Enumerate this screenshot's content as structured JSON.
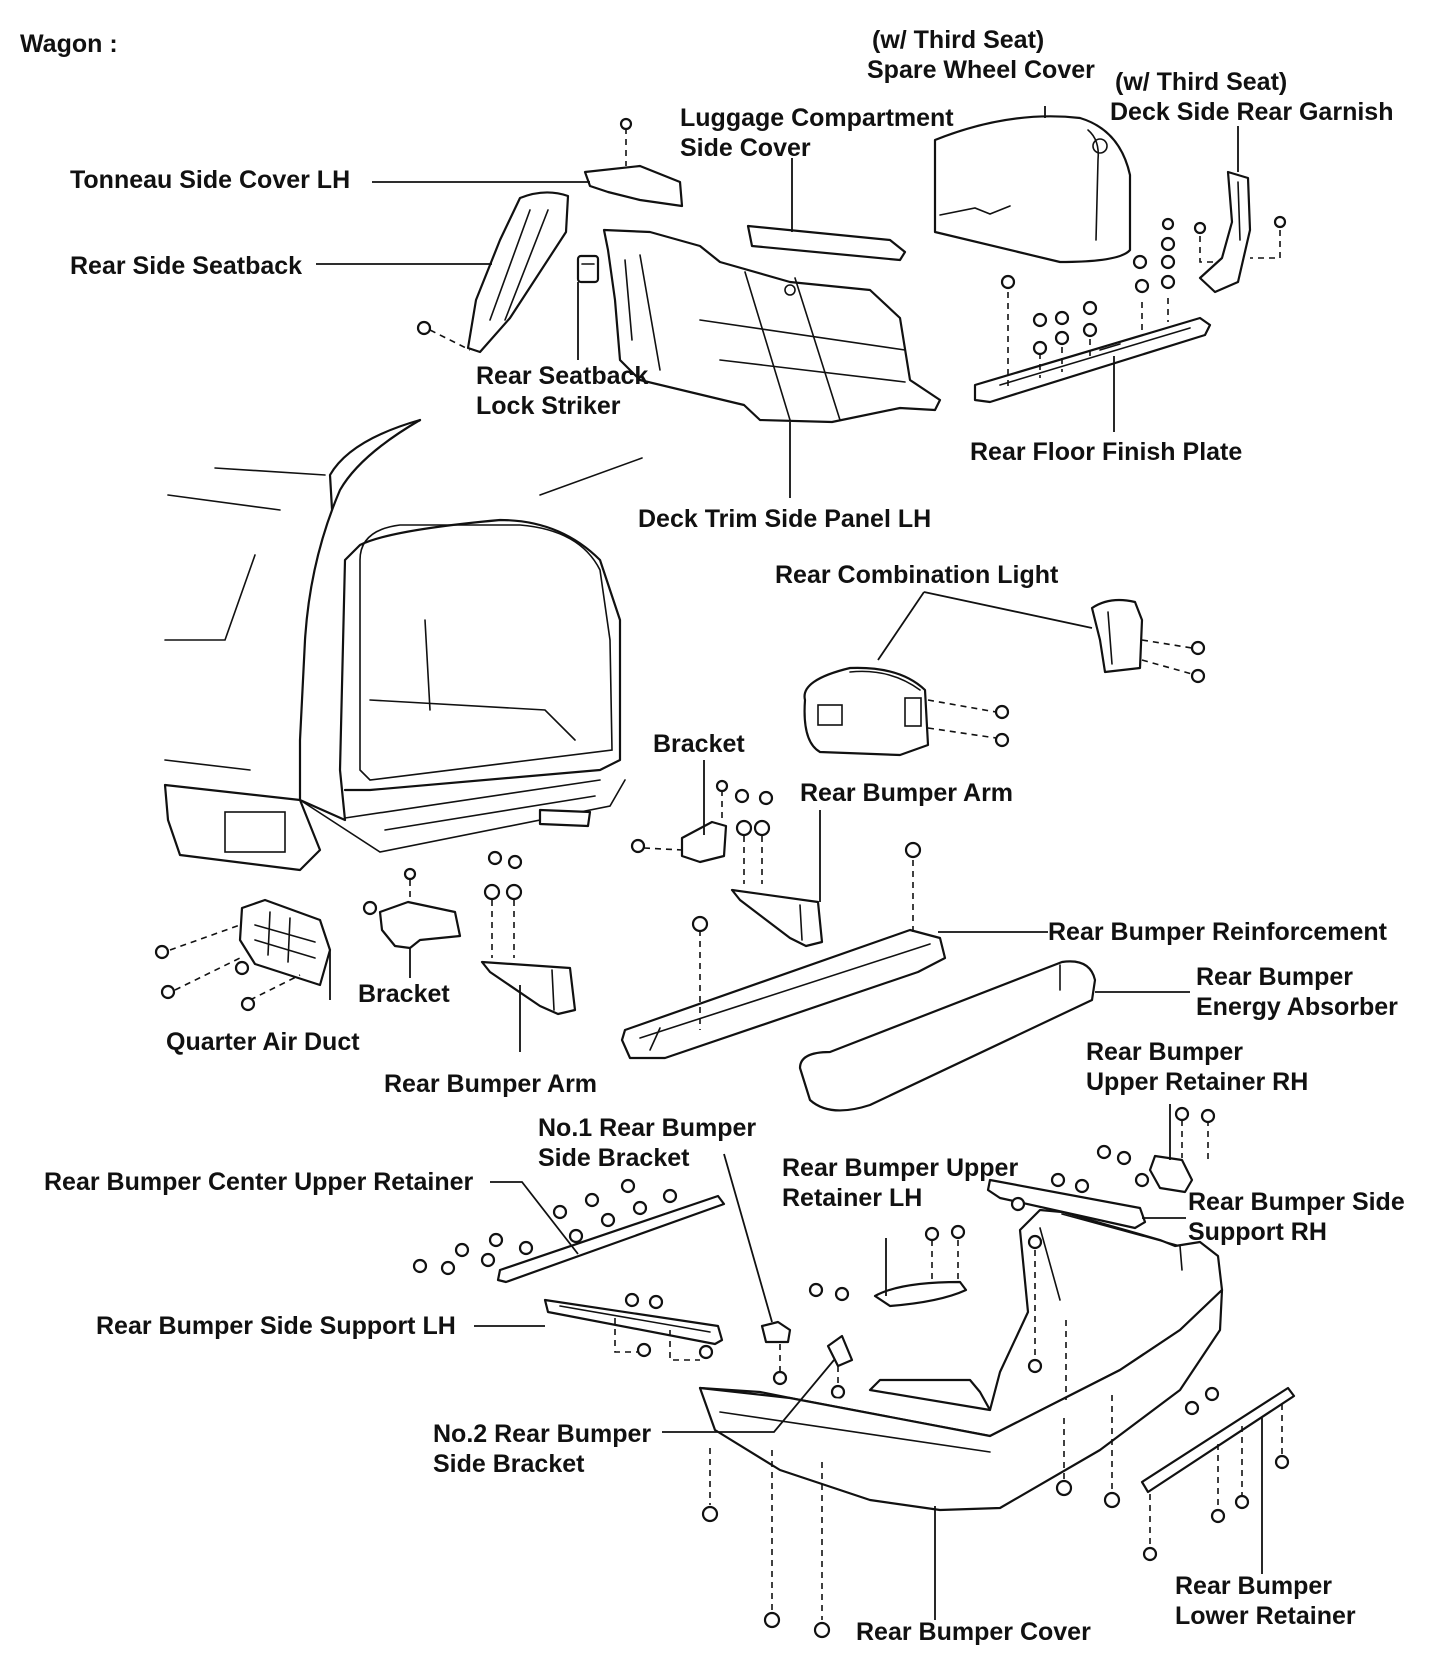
{
  "heading": "Wagon :",
  "labels": {
    "spare_wheel_cover": [
      "(w/ Third Seat)",
      "Spare Wheel Cover"
    ],
    "deck_side_rear_garnish": [
      "(w/ Third Seat)",
      "Deck Side Rear Garnish"
    ],
    "luggage_compartment_side_cover": [
      "Luggage Compartment",
      "Side Cover"
    ],
    "tonneau_side_cover_lh": [
      "Tonneau Side Cover LH"
    ],
    "rear_side_seatback": [
      "Rear Side Seatback"
    ],
    "rear_seatback_lock_striker": [
      "Rear Seatback",
      "Lock Striker"
    ],
    "rear_floor_finish_plate": [
      "Rear Floor Finish Plate"
    ],
    "deck_trim_side_panel_lh": [
      "Deck Trim Side Panel LH"
    ],
    "rear_combination_light": [
      "Rear Combination Light"
    ],
    "bracket_upper": [
      "Bracket"
    ],
    "rear_bumper_arm_upper": [
      "Rear Bumper Arm"
    ],
    "rear_bumper_reinforcement": [
      "Rear Bumper Reinforcement"
    ],
    "rear_bumper_energy_absorber": [
      "Rear Bumper",
      "Energy Absorber"
    ],
    "bracket_lower": [
      "Bracket"
    ],
    "quarter_air_duct": [
      "Quarter Air Duct"
    ],
    "rear_bumper_arm_lower": [
      "Rear Bumper Arm"
    ],
    "rear_bumper_upper_retainer_rh": [
      "Rear Bumper",
      "Upper Retainer RH"
    ],
    "no1_rear_bumper_side_bracket": [
      "No.1 Rear Bumper",
      "Side Bracket"
    ],
    "rear_bumper_center_upper_retainer": [
      "Rear Bumper Center Upper Retainer"
    ],
    "rear_bumper_upper_retainer_lh": [
      "Rear Bumper Upper",
      "Retainer LH"
    ],
    "rear_bumper_side_support_rh": [
      "Rear Bumper Side",
      "Support RH"
    ],
    "rear_bumper_side_support_lh": [
      "Rear Bumper Side Support LH"
    ],
    "no2_rear_bumper_side_bracket": [
      "No.2 Rear Bumper",
      "Side Bracket"
    ],
    "rear_bumper_lower_retainer": [
      "Rear Bumper",
      "Lower Retainer"
    ],
    "rear_bumper_cover": [
      "Rear Bumper Cover"
    ]
  }
}
